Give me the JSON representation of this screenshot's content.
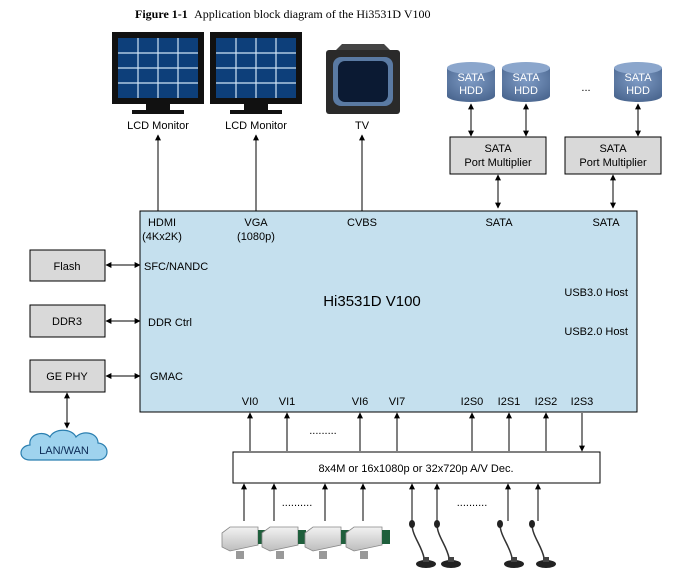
{
  "caption": {
    "label": "Figure 1-1",
    "text": "Application block diagram of the Hi3531D V100"
  },
  "displays": {
    "lcd1": "LCD Monitor",
    "lcd2": "LCD Monitor",
    "tv": "TV"
  },
  "hdd": {
    "line1": "SATA",
    "line2": "HDD",
    "ellipsis": "..."
  },
  "multipliers": {
    "line1": "SATA",
    "line2": "Port Multiplier"
  },
  "soc": {
    "title": "Hi3531D V100",
    "hdmi": "HDMI",
    "hdmi_res": "(4Kx2K)",
    "vga": "VGA",
    "vga_res": "(1080p)",
    "cvbs": "CVBS",
    "sata1": "SATA",
    "sata2": "SATA",
    "sfc": "SFC/NANDC",
    "ddr": "DDR Ctrl",
    "gmac": "GMAC",
    "usb3": "USB3.0 Host",
    "usb2": "USB2.0 Host",
    "vi0": "VI0",
    "vi1": "VI1",
    "vi6": "VI6",
    "vi7": "VI7",
    "vi_dots": ".........",
    "i2s0": "I2S0",
    "i2s1": "I2S1",
    "i2s2": "I2S2",
    "i2s3": "I2S3"
  },
  "peripherals": {
    "flash": "Flash",
    "ddr3": "DDR3",
    "gephy": "GE PHY",
    "lanwan": "LAN/WAN"
  },
  "decoder": {
    "label": "8x4M or 16x1080p or 32x720p A/V Dec.",
    "cam_dots": "..........",
    "mic_dots": ".........."
  },
  "colors": {
    "soc_fill": "#c5e0ee",
    "box_fill": "#d9d9d9",
    "hdd_fill": "#5b79a6",
    "cloud_fill": "#9fd3ee",
    "line": "#000000"
  }
}
